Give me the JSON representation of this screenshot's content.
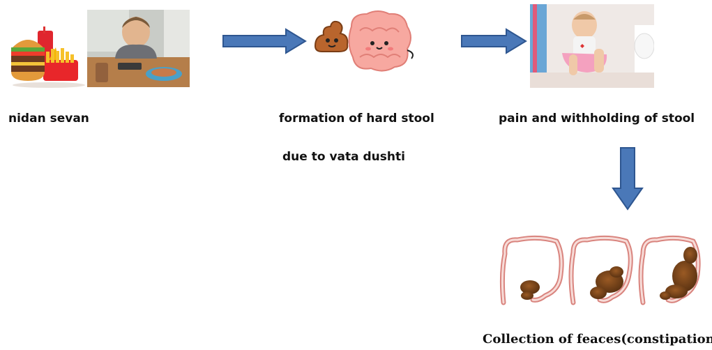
{
  "labels": {
    "nidan": "nidan sevan",
    "hard_stool": "formation of hard stool",
    "vata": "due to vata dushti",
    "pain": "pain and withholding of stool",
    "collection": "Collection of feaces(constipation)"
  },
  "colors": {
    "arrow_fill": "#4a78b8",
    "arrow_stroke": "#2e5690"
  }
}
